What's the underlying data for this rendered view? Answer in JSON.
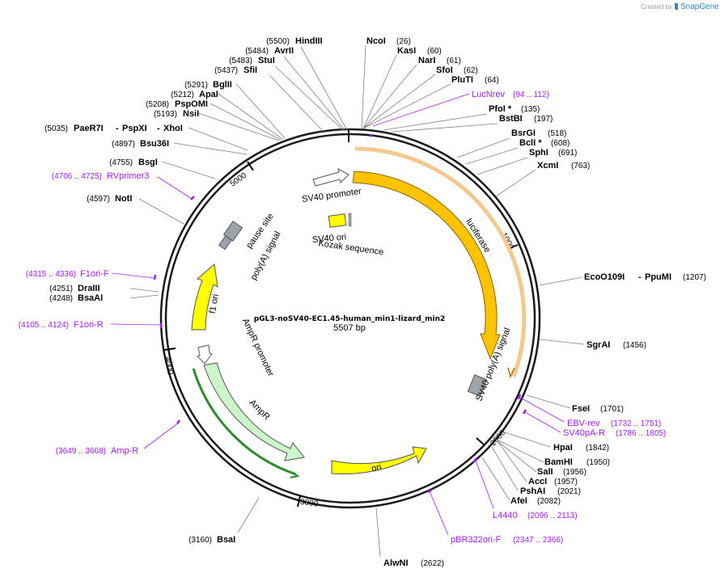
{
  "credit": {
    "text": "Created by",
    "brand": "SnapGene"
  },
  "plasmid": {
    "name": "pGL3-noSV40-EC1.45-human_min1-lizard_min2",
    "size": "5507 bp"
  },
  "ticks": [
    "1000",
    "2000",
    "3000",
    "4000",
    "5000"
  ],
  "features": {
    "sv40_promoter": "SV40 promoter",
    "sv40_ori": "SV40 ori",
    "kozak": "Kozak sequence",
    "luciferase": "luciferase",
    "sv40_polya": "SV40 poly(A) signal",
    "ori": "ori",
    "ampr": "AmpR",
    "ampr_promoter": "AmpR promoter",
    "f1_ori": "f1 ori",
    "polya_signal": "poly(A) signal",
    "pause_site": "pause site"
  },
  "enzymes": {
    "e5500": {
      "name": "HindIII",
      "pos": "(5500)"
    },
    "e5484": {
      "name": "AvrII",
      "pos": "(5484)"
    },
    "e5483": {
      "name": "StuI",
      "pos": "(5483)"
    },
    "e5437": {
      "name": "SfiI",
      "pos": "(5437)"
    },
    "e5291": {
      "name": "BglII",
      "pos": "(5291)"
    },
    "e5212": {
      "name": "ApaI",
      "pos": "(5212)"
    },
    "e5208": {
      "name": "PspOMI",
      "pos": "(5208)"
    },
    "e5193": {
      "name": "NsiI",
      "pos": "(5193)"
    },
    "e5035": {
      "name": "PaeR7I",
      "name2": "PspXI",
      "name3": "XhoI",
      "sep": "-",
      "pos": "(5035)"
    },
    "e4897": {
      "name": "Bsu36I",
      "pos": "(4897)"
    },
    "e4755": {
      "name": "BsgI",
      "pos": "(4755)"
    },
    "e4597": {
      "name": "NotI",
      "pos": "(4597)"
    },
    "e4251": {
      "name": "DraIII",
      "pos": "(4251)"
    },
    "e4248": {
      "name": "BsaAI",
      "pos": "(4248)"
    },
    "e3160": {
      "name": "BsaI",
      "pos": "(3160)"
    },
    "e2622": {
      "name": "AlwNI",
      "pos": "(2622)"
    },
    "e26": {
      "name": "NcoI",
      "pos": "(26)"
    },
    "e60": {
      "name": "KasI",
      "pos": "(60)"
    },
    "e61": {
      "name": "NarI",
      "pos": "(61)"
    },
    "e62": {
      "name": "SfoI",
      "pos": "(62)"
    },
    "e64": {
      "name": "PluTI",
      "pos": "(64)"
    },
    "e135": {
      "name": "PfoI *",
      "pos": "(135)"
    },
    "e197": {
      "name": "BstBI",
      "pos": "(197)"
    },
    "e518": {
      "name": "BsrGI",
      "pos": "(518)"
    },
    "e608": {
      "name": "BclI *",
      "pos": "(608)"
    },
    "e691": {
      "name": "SphI",
      "pos": "(691)"
    },
    "e763": {
      "name": "XcmI",
      "pos": "(763)"
    },
    "e1207": {
      "name": "EcoO109I",
      "name2": "PpuMI",
      "sep": "-",
      "pos": "(1207)"
    },
    "e1456": {
      "name": "SgrAI",
      "pos": "(1456)"
    },
    "e1701": {
      "name": "FseI",
      "pos": "(1701)"
    },
    "e1842": {
      "name": "HpaI",
      "pos": "(1842)"
    },
    "e1950": {
      "name": "BamHI",
      "pos": "(1950)"
    },
    "e1956": {
      "name": "SalI",
      "pos": "(1956)"
    },
    "e1957": {
      "name": "AccI",
      "pos": "(1957)"
    },
    "e2021": {
      "name": "PshAI",
      "pos": "(2021)"
    },
    "e2082": {
      "name": "AfeI",
      "pos": "(2082)"
    }
  },
  "primers": {
    "lucnrev": {
      "name": "LucNrev",
      "range": "(94 .. 112)"
    },
    "rvprimer3": {
      "name": "RVprimer3",
      "range": "(4706 .. 4725)"
    },
    "f1ori_f": {
      "name": "F1ori-F",
      "range": "(4315 .. 4336)"
    },
    "f1ori_r": {
      "name": "F1ori-R",
      "range": "(4105 .. 4124)"
    },
    "amp_r": {
      "name": "Amp-R",
      "range": "(3649 .. 3668)"
    },
    "ebv_rev": {
      "name": "EBV-rev",
      "range": "(1732 .. 1751)"
    },
    "sv40pa_r": {
      "name": "SV40pA-R",
      "range": "(1786 .. 1805)"
    },
    "l4440": {
      "name": "L4440",
      "range": "(2096 .. 2113)"
    },
    "pbr322ori_f": {
      "name": "pBR322ori-F",
      "range": "(2347 .. 2366)"
    }
  },
  "colors": {
    "backbone": "#1a1a1a",
    "luciferase": "#ffc300",
    "luciferase_highlight": "#f5c890",
    "ori": "#ffff00",
    "ampr": "#ccf5cc",
    "ampr_highlight": "#2e8b2e",
    "promoter": "#ffffff",
    "polya": "#9ea3a8",
    "primer": "#a020f0",
    "leader": "#808080"
  }
}
